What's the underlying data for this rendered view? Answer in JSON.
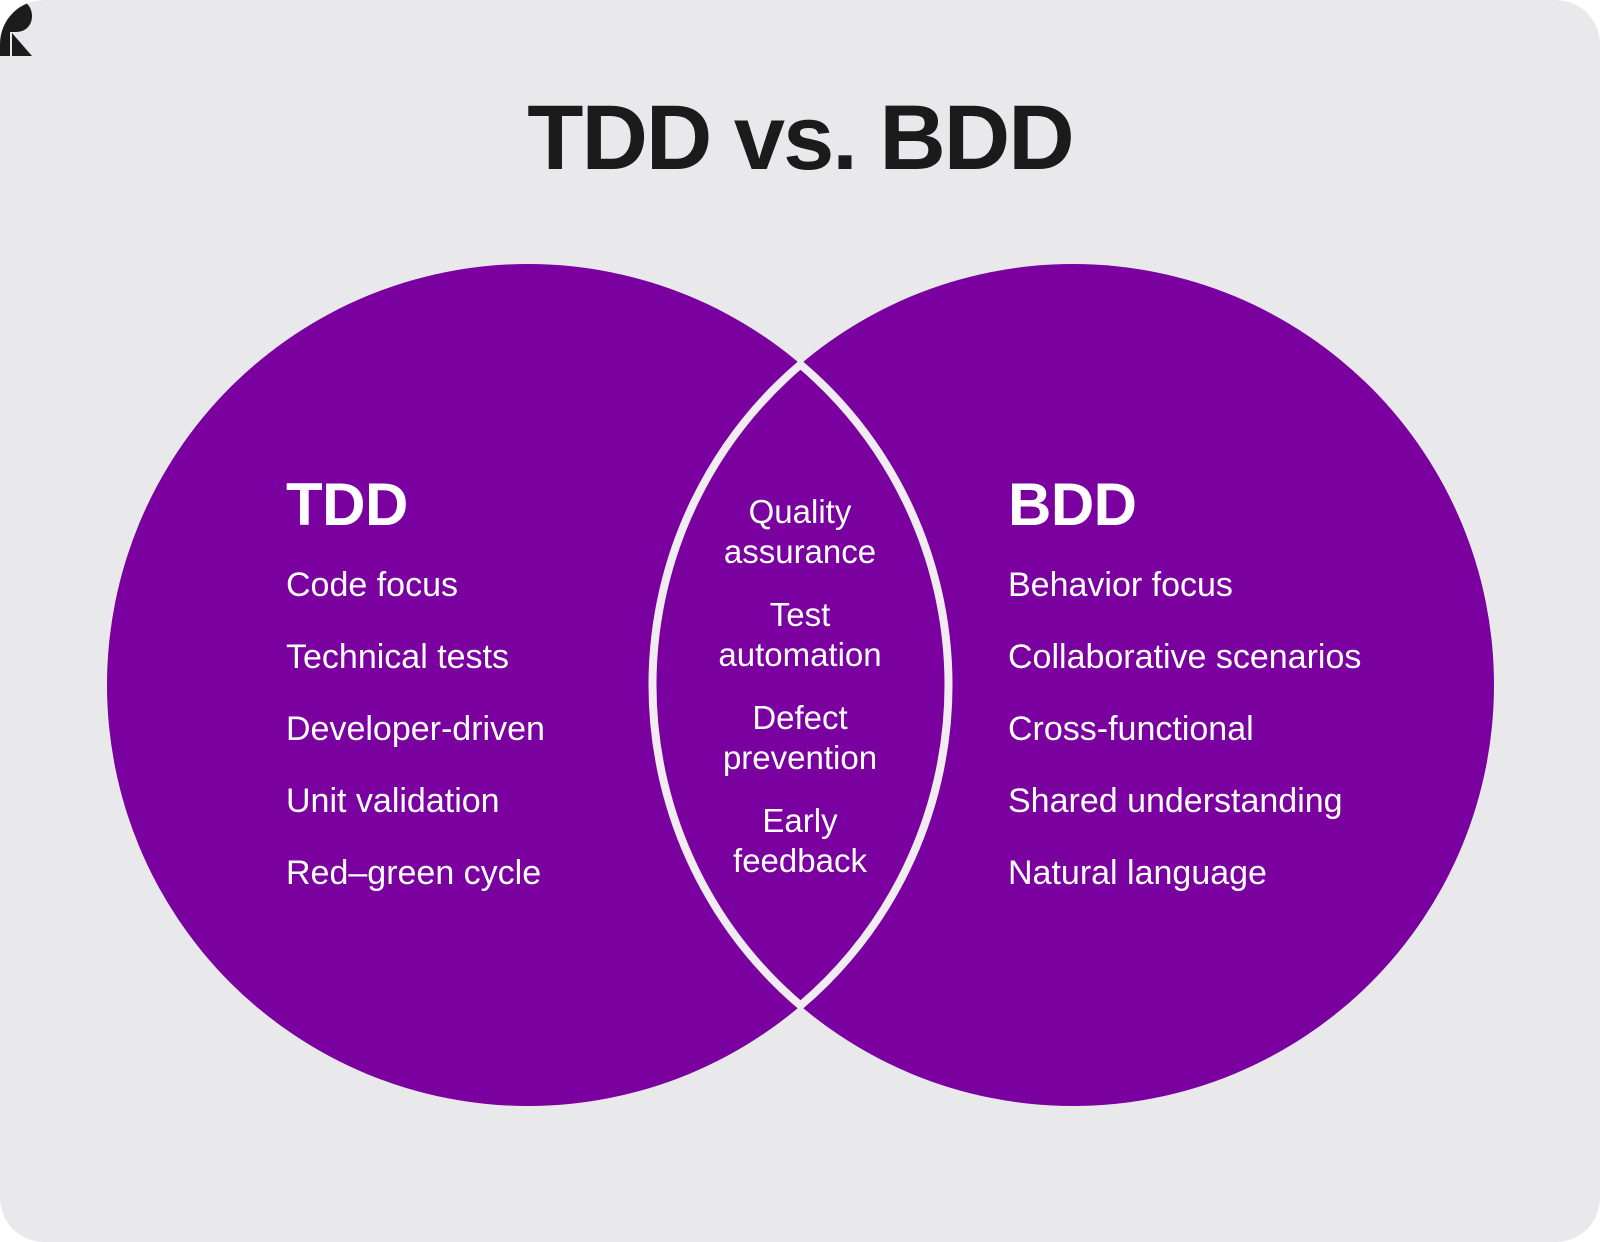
{
  "title": "TDD vs. BDD",
  "colors": {
    "background": "#e9e9ec",
    "circle_fill": "#7a009f",
    "circle_outline": "#f0ecf1",
    "title_text": "#1b1b1b",
    "circle_text": "#ffffff",
    "logo": "#1c1c1c"
  },
  "left_set": {
    "heading": "TDD",
    "items": [
      "Code focus",
      "Technical tests",
      "Developer-driven",
      "Unit validation",
      "Red–green cycle"
    ]
  },
  "right_set": {
    "heading": "BDD",
    "items": [
      "Behavior focus",
      "Collaborative scenarios",
      "Cross-functional",
      "Shared understanding",
      "Natural language"
    ]
  },
  "overlap": {
    "items": [
      {
        "line1": "Quality",
        "line2": "assurance"
      },
      {
        "line1": "Test",
        "line2": "automation"
      },
      {
        "line1": "Defect",
        "line2": "prevention"
      },
      {
        "line1": "Early",
        "line2": "feedback"
      }
    ]
  },
  "logo": {
    "icon": "r-brand-logo-icon"
  }
}
